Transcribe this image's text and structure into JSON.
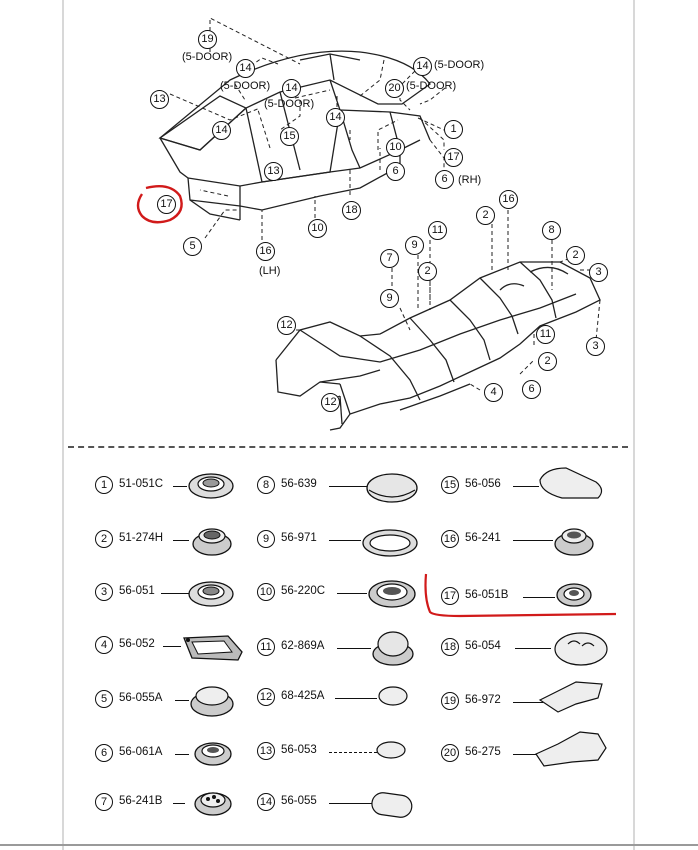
{
  "diagram": {
    "upper_labels": [
      {
        "id": "a19",
        "text": "19"
      },
      {
        "id": "a14a",
        "text": "14"
      },
      {
        "id": "a14b",
        "text": "14"
      },
      {
        "id": "a13a",
        "text": "13"
      },
      {
        "id": "a14c",
        "text": "14"
      },
      {
        "id": "a15",
        "text": "15"
      },
      {
        "id": "a14d",
        "text": "14"
      },
      {
        "id": "a13b",
        "text": "13"
      },
      {
        "id": "a17",
        "text": "17"
      },
      {
        "id": "a5",
        "text": "5"
      },
      {
        "id": "a16",
        "text": "16"
      },
      {
        "id": "a10a",
        "text": "10"
      },
      {
        "id": "a18",
        "text": "18"
      },
      {
        "id": "a6",
        "text": "6"
      },
      {
        "id": "a10b",
        "text": "10"
      },
      {
        "id": "a17b",
        "text": "17"
      },
      {
        "id": "a1",
        "text": "1"
      },
      {
        "id": "a20",
        "text": "20"
      },
      {
        "id": "a14e",
        "text": "14"
      }
    ],
    "notes": {
      "five_door": "(5-DOOR)",
      "lh": "(LH)",
      "rh": "(RH)"
    },
    "lower_labels": [
      {
        "id": "b16",
        "text": "16"
      },
      {
        "id": "b2a",
        "text": "2"
      },
      {
        "id": "b8",
        "text": "8"
      },
      {
        "id": "b11a",
        "text": "11"
      },
      {
        "id": "b9a",
        "text": "9"
      },
      {
        "id": "b7",
        "text": "7"
      },
      {
        "id": "b2b",
        "text": "2"
      },
      {
        "id": "b2c",
        "text": "2"
      },
      {
        "id": "b3a",
        "text": "3"
      },
      {
        "id": "b9b",
        "text": "9"
      },
      {
        "id": "b12a",
        "text": "12"
      },
      {
        "id": "b11b",
        "text": "11"
      },
      {
        "id": "b3b",
        "text": "3"
      },
      {
        "id": "b2d",
        "text": "2"
      },
      {
        "id": "b6",
        "text": "6"
      },
      {
        "id": "b4",
        "text": "4"
      },
      {
        "id": "b12b",
        "text": "12"
      }
    ]
  },
  "legend": [
    {
      "num": "1",
      "code": "51-051C",
      "shape": "grommet"
    },
    {
      "num": "2",
      "code": "51-274H",
      "shape": "grommet-tall"
    },
    {
      "num": "3",
      "code": "56-051",
      "shape": "grommet"
    },
    {
      "num": "4",
      "code": "56-052",
      "shape": "gasket-plate"
    },
    {
      "num": "5",
      "code": "56-055A",
      "shape": "plug-large"
    },
    {
      "num": "6",
      "code": "56-061A",
      "shape": "grommet"
    },
    {
      "num": "7",
      "code": "56-241B",
      "shape": "plug-ribbed"
    },
    {
      "num": "8",
      "code": "56-639",
      "shape": "dome-cap"
    },
    {
      "num": "9",
      "code": "56-971",
      "shape": "ring"
    },
    {
      "num": "10",
      "code": "56-220C",
      "shape": "grommet-wide"
    },
    {
      "num": "11",
      "code": "62-869A",
      "shape": "dome-tall"
    },
    {
      "num": "12",
      "code": "68-425A",
      "shape": "disc-small"
    },
    {
      "num": "13",
      "code": "56-053",
      "shape": "disc-small"
    },
    {
      "num": "14",
      "code": "56-055",
      "shape": "pad-oval"
    },
    {
      "num": "15",
      "code": "56-056",
      "shape": "pad-tapered"
    },
    {
      "num": "16",
      "code": "56-241",
      "shape": "grommet-tall"
    },
    {
      "num": "17",
      "code": "56-051B",
      "shape": "grommet"
    },
    {
      "num": "18",
      "code": "56-054",
      "shape": "pad-round"
    },
    {
      "num": "19",
      "code": "56-972",
      "shape": "pad-angled"
    },
    {
      "num": "20",
      "code": "56-275",
      "shape": "pad-angled-large"
    }
  ],
  "colors": {
    "ink": "#111111",
    "highlight": "#d11a1a",
    "background": "#ffffff"
  }
}
